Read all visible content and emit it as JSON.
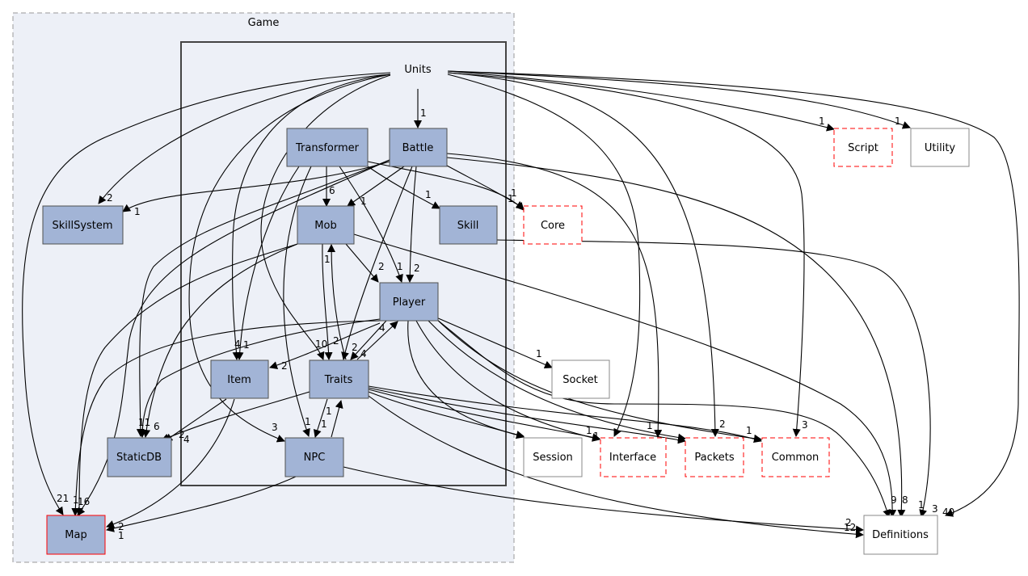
{
  "clusters": {
    "game": {
      "label": "Game"
    },
    "units": {
      "label": "Units"
    }
  },
  "nodes": {
    "transformer": {
      "label": "Transformer"
    },
    "battle": {
      "label": "Battle"
    },
    "skillsystem": {
      "label": "SkillSystem"
    },
    "mob": {
      "label": "Mob"
    },
    "skill": {
      "label": "Skill"
    },
    "core": {
      "label": "Core"
    },
    "player": {
      "label": "Player"
    },
    "item": {
      "label": "Item"
    },
    "traits": {
      "label": "Traits"
    },
    "socket": {
      "label": "Socket"
    },
    "staticdb": {
      "label": "StaticDB"
    },
    "npc": {
      "label": "NPC"
    },
    "session": {
      "label": "Session"
    },
    "interface": {
      "label": "Interface"
    },
    "packets": {
      "label": "Packets"
    },
    "common": {
      "label": "Common"
    },
    "map": {
      "label": "Map"
    },
    "definitions": {
      "label": "Definitions"
    },
    "script": {
      "label": "Script"
    },
    "utility": {
      "label": "Utility"
    }
  },
  "edge_labels": [
    "1",
    "1",
    "1",
    "1",
    "2",
    "1",
    "6",
    "1",
    "1",
    "1",
    "1",
    "2",
    "2",
    "1",
    "2",
    "10",
    "2",
    "2",
    "4",
    "4",
    "4",
    "1",
    "2",
    "1",
    "1",
    "1",
    "3",
    "1",
    "1",
    "1",
    "1",
    "2",
    "1",
    "3",
    "9",
    "8",
    "1",
    "3",
    "40",
    "11",
    "6",
    "4",
    "21",
    "1",
    "16",
    "2",
    "1",
    "2",
    "12"
  ],
  "colors": {
    "cluster_game_fill": "#edf0f7",
    "cluster_border": "#999999",
    "units_border": "#444444",
    "inner_node_fill": "#a2b4d6",
    "inner_node_border": "#4f4f4f",
    "external_border_dashed": "#ff0000",
    "external_border_solid": "#888888",
    "map_border": "#ff0000"
  }
}
